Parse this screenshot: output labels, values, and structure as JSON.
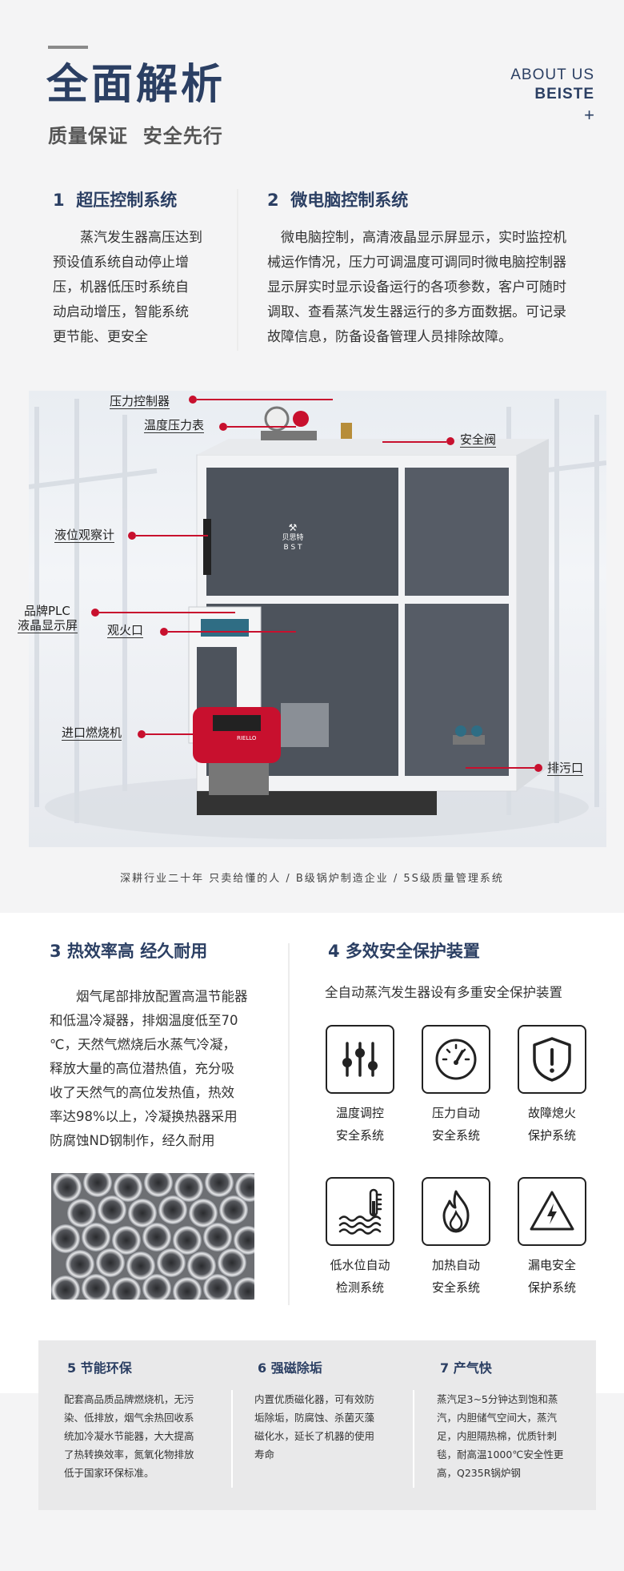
{
  "header": {
    "title": "全面解析",
    "subtitle": "质量保证  安全先行",
    "about_line1": "ABOUT US",
    "about_line2": "BEISTE",
    "about_plus": "+"
  },
  "section1": {
    "num": "1",
    "title": "超压控制系统",
    "lines": [
      "蒸汽发生器高压达到",
      "预设值系统自动停止增",
      "压，机器低压时系统自",
      "动启动增压，智能系统",
      "更节能、更安全"
    ]
  },
  "section2": {
    "num": "2",
    "title": "微电脑控制系统",
    "lines": [
      "微电脑控制，高清液晶显示屏显示，实时监控机",
      "械运作情况，压力可调温度可调同时微电脑控制器",
      "显示屏实时显示设备运行的各项参数，客户可随时",
      "调取、查看蒸汽发生器运行的多方面数据。可记录",
      "故障信息，防备设备管理人员排除故障。"
    ]
  },
  "product": {
    "brand_cn": "贝思特",
    "brand_en": "B S T",
    "burner_brand": "RIELLO",
    "callouts": {
      "pressure_controller": "压力控制器",
      "temp_pressure_gauge": "温度压力表",
      "safety_valve": "安全阀",
      "level_gauge": "液位观察计",
      "plc_line1": "品牌PLC",
      "plc_line2": "液晶显示屏",
      "sight_port": "观火口",
      "burner": "进口燃烧机",
      "drain": "排污口"
    }
  },
  "tagline": "深耕行业二十年 只卖给懂的人 / B级锅炉制造企业 / 5S级质量管理系统",
  "section3": {
    "title": "3 热效率高 经久耐用",
    "lines": [
      "烟气尾部排放配置高温节能器",
      "和低温冷凝器，排烟温度低至70",
      "℃，天然气燃烧后水蒸气冷凝，",
      "释放大量的高位潜热值，充分吸",
      "收了天然气的高位发热值，热效",
      "率达98%以上，冷凝换热器采用",
      "防腐蚀ND钢制作，经久耐用"
    ]
  },
  "section4": {
    "title": "4 多效安全保护装置",
    "intro": "全自动蒸汽发生器设有多重安全保护装置",
    "features": [
      {
        "icon": "sliders-icon",
        "line1": "温度调控",
        "line2": "安全系统"
      },
      {
        "icon": "gauge-icon",
        "line1": "压力自动",
        "line2": "安全系统"
      },
      {
        "icon": "shield-alert-icon",
        "line1": "故障熄火",
        "line2": "保护系统"
      },
      {
        "icon": "water-level-icon",
        "line1": "低水位自动",
        "line2": "检测系统"
      },
      {
        "icon": "flame-icon",
        "line1": "加热自动",
        "line2": "安全系统"
      },
      {
        "icon": "electric-warning-icon",
        "line1": "漏电安全",
        "line2": "保护系统"
      }
    ]
  },
  "panel": [
    {
      "title": "5 节能环保",
      "lines": [
        "配套高品质品牌燃烧机，无污",
        "染、低排放，烟气余热回收系",
        "统加冷凝水节能器，大大提高",
        "了热转换效率，氮氧化物排放",
        "低于国家环保标准。"
      ]
    },
    {
      "title": "6 强磁除垢",
      "lines": [
        "内置优质磁化器，可有效防",
        "垢除垢，防腐蚀、杀菌灭藻",
        "磁化水，延长了机器的使用",
        "寿命"
      ]
    },
    {
      "title": "7 产气快",
      "lines": [
        "蒸汽足3~5分钟达到饱和蒸",
        "汽，内胆储气空间大，蒸汽",
        "足，内胆隔热棉，优质针刺",
        "毯，耐高温1000℃安全性更",
        "高，Q235R锅炉钢"
      ]
    }
  ],
  "colors": {
    "navy": "#2b3f63",
    "red": "#c8102e",
    "panel": "#e9e9ea"
  }
}
